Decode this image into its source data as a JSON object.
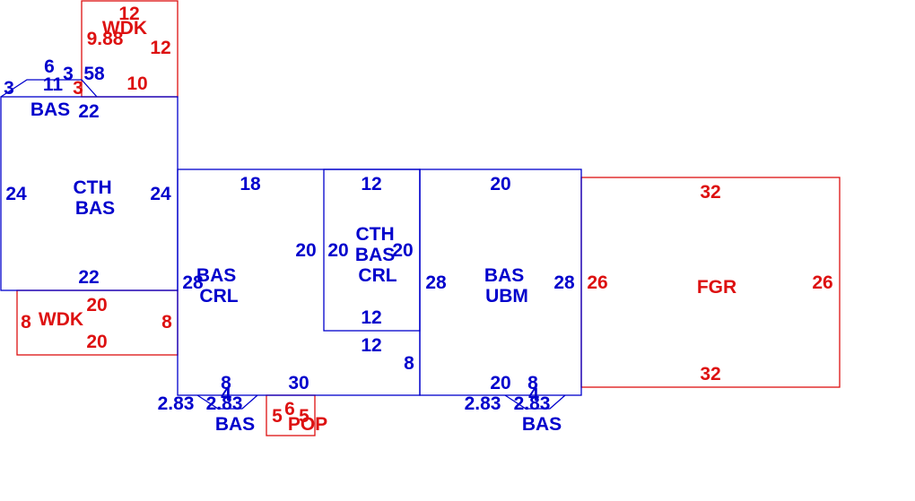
{
  "colors": {
    "living": "#0000cc",
    "other": "#dd1111",
    "background": "#ffffff"
  },
  "areas": {
    "cth_bas_left": {
      "lines": [
        "CTH",
        "BAS"
      ]
    },
    "bas_top": {
      "lines": [
        "BAS"
      ]
    },
    "wdk_top": {
      "lines": [
        "WDK"
      ]
    },
    "wdk_left": {
      "lines": [
        "WDK"
      ]
    },
    "bas_crl": {
      "lines": [
        "BAS",
        "CRL"
      ]
    },
    "cth_bas_crl": {
      "lines": [
        "CTH",
        "BAS",
        "CRL"
      ]
    },
    "bas_ubm": {
      "lines": [
        "BAS",
        "UBM"
      ]
    },
    "fgr": {
      "lines": [
        "FGR"
      ]
    },
    "bas_bottom_left": {
      "lines": [
        "BAS"
      ]
    },
    "bas_bottom_right": {
      "lines": [
        "BAS"
      ]
    },
    "pop": {
      "lines": [
        "POP"
      ]
    }
  },
  "dimensions": {
    "wdk_top_top": "12",
    "wdk_top_left": "9.88",
    "wdk_top_right": "12",
    "wdk_top_bottom": "10",
    "bay_6": "6",
    "bay_3a": "3",
    "bay_58": "58",
    "bay_3_left": "3",
    "bay_11": "11",
    "bay_3_red": "3",
    "left_top": "22",
    "left_left": "24",
    "left_right": "24",
    "left_bottom": "22",
    "wdk_left_top": "20",
    "wdk_left_left": "8",
    "wdk_left_right": "8",
    "wdk_left_bottom": "20",
    "crl_top": "18",
    "crl_inner_right": "20",
    "crl_left": "28",
    "crl_bottom_8": "8",
    "crl_bottom_30": "30",
    "mid_top": "12",
    "mid_left": "20",
    "mid_right": "20",
    "mid_bottom": "12",
    "mid_below": "12",
    "mid_step": "8",
    "ubm_top": "20",
    "ubm_left": "28",
    "ubm_right": "28",
    "ubm_bottom_20": "20",
    "ubm_bottom_8": "8",
    "fgr_top": "32",
    "fgr_left": "26",
    "fgr_right": "26",
    "fgr_bottom": "32",
    "bl_283a": "2.83",
    "bl_283b": "2.83",
    "bl_4": "4",
    "br_283a": "2.83",
    "br_283b": "2.83",
    "br_4": "4",
    "pop_5a": "5",
    "pop_6": "6",
    "pop_5b": "5"
  }
}
